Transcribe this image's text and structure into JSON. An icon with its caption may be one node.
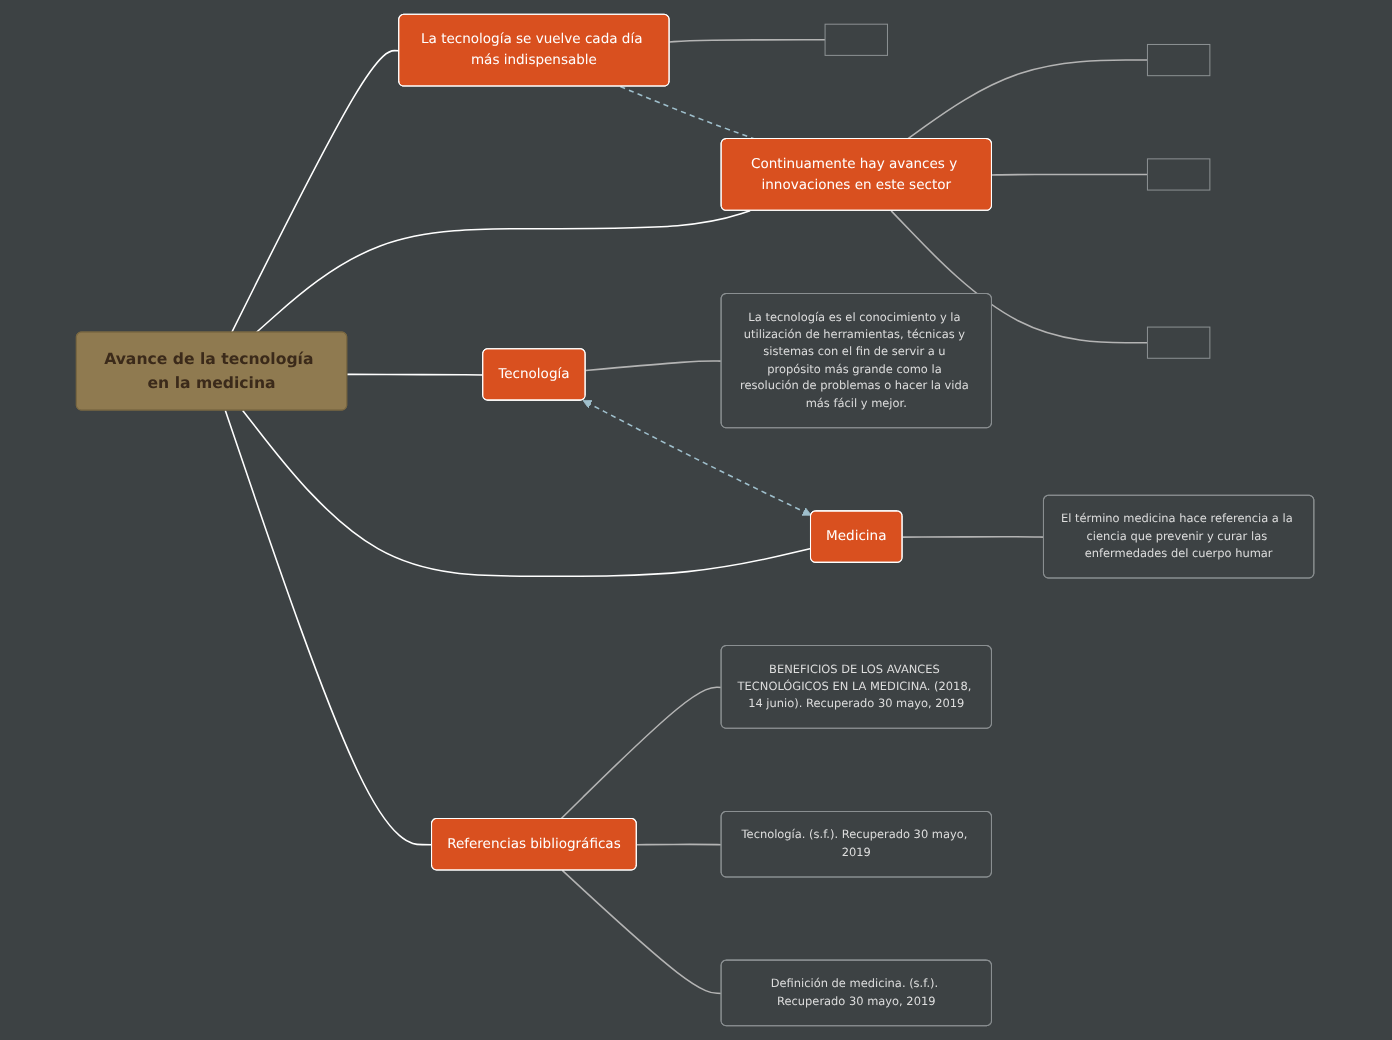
{
  "diagram": {
    "nodes": [
      {
        "text": [
          "Avance de la tecnología en la medicina"
        ]
      },
      {
        "text": [
          "La tecnología se vuelve cada día más indispensable"
        ]
      },
      {
        "text": [],
        "shape": "box"
      },
      {
        "text": [
          "Continuamente hay avances y innovaciones en este sector"
        ]
      },
      {
        "text": [],
        "shape": "box"
      },
      {
        "text": [],
        "shape": "box"
      },
      {
        "text": [],
        "shape": "box"
      },
      {
        "text": [
          "Tecnología"
        ]
      },
      {
        "text": [
          "La tecnología es el conocimiento y la utilización de herramientas, técnicas y sistemas con el fin de servir a u propósito más grande como la resolución de problemas o hacer la vida más fácil y mejor."
        ]
      },
      {
        "text": [
          "Medicina"
        ]
      },
      {
        "text": [
          "El término medicina hace referencia a la ciencia que prevenir y curar las enfermedades del cuerpo humar"
        ]
      },
      {
        "text": [
          "Referencias bibliográficas"
        ]
      },
      {
        "text": [
          "BENEFICIOS DE LOS AVANCES TECNOLÓGICOS EN LA MEDICINA. (2018, 14 junio). Recuperado 30 mayo, 2019"
        ]
      },
      {
        "text": [
          "Tecnología. (s.f.). Recuperado 30 mayo, 2019"
        ]
      },
      {
        "text": [
          "Definición de medicina. (s.f.). Recuperado 30 mayo, 2019"
        ]
      }
    ],
    "edges": [
      {
        "from": 0,
        "to": 1,
        "arrow": "none",
        "color": "#ffffff"
      },
      {
        "from": 1,
        "to": 2,
        "arrow": "none"
      },
      {
        "from": 0,
        "to": 3,
        "arrow": "none",
        "color": "#ffffff"
      },
      {
        "from": 3,
        "to": 4,
        "arrow": "none"
      },
      {
        "from": 3,
        "to": 5,
        "arrow": "none"
      },
      {
        "from": 3,
        "to": 6,
        "arrow": "none"
      },
      {
        "from": 0,
        "to": 7,
        "arrow": "none",
        "color": "#ffffff"
      },
      {
        "from": 7,
        "to": 8,
        "arrow": "none"
      },
      {
        "from": 0,
        "to": 9,
        "arrow": "none",
        "color": "#ffffff"
      },
      {
        "from": 9,
        "to": 10,
        "arrow": "none"
      },
      {
        "from": 0,
        "to": 11,
        "arrow": "none",
        "color": "#ffffff"
      },
      {
        "from": 11,
        "to": 12,
        "arrow": "none"
      },
      {
        "from": 11,
        "to": 13,
        "arrow": "none"
      },
      {
        "from": 11,
        "to": 14,
        "arrow": "none"
      },
      {
        "from": 1,
        "to": 3,
        "arrow": "none",
        "style": "dashed",
        "color": "#9fbfcc"
      },
      {
        "from": 7,
        "to": 9,
        "arrow": "both",
        "style": "dashed",
        "color": "#9fbfcc"
      }
    ]
  }
}
